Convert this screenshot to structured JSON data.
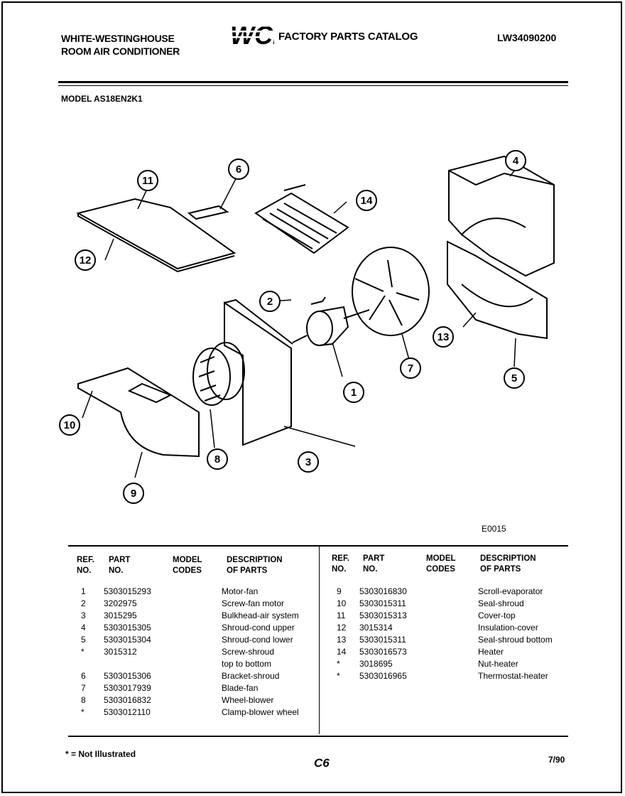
{
  "header": {
    "brand_line1": "WHITE-WESTINGHOUSE",
    "brand_line2": "ROOM AIR CONDITIONER",
    "logo_text": "WCI",
    "catalog_title": "FACTORY PARTS CATALOG",
    "doc_number": "LW34090200"
  },
  "model": "MODEL AS18EN2K1",
  "diagram": {
    "callouts": [
      "1",
      "2",
      "3",
      "4",
      "5",
      "6",
      "7",
      "8",
      "9",
      "10",
      "11",
      "12",
      "13",
      "14"
    ],
    "code": "E0015"
  },
  "table": {
    "headers": {
      "ref": [
        "REF.",
        "NO."
      ],
      "part": [
        "PART",
        "NO."
      ],
      "model": [
        "MODEL",
        "CODES"
      ],
      "desc": [
        "DESCRIPTION",
        "OF PARTS"
      ]
    },
    "left_rows": [
      {
        "ref": "1",
        "part": "5303015293",
        "desc": "Motor-fan"
      },
      {
        "ref": "2",
        "part": "3202975",
        "desc": "Screw-fan motor"
      },
      {
        "ref": "3",
        "part": "3015295",
        "desc": "Bulkhead-air system"
      },
      {
        "ref": "4",
        "part": "5303015305",
        "desc": "Shroud-cond upper"
      },
      {
        "ref": "5",
        "part": "5303015304",
        "desc": "Shroud-cond lower"
      },
      {
        "ref": "*",
        "part": "3015312",
        "desc": "Screw-shroud"
      },
      {
        "ref": "",
        "part": "",
        "desc": "top to bottom"
      },
      {
        "ref": "6",
        "part": "5303015306",
        "desc": "Bracket-shroud"
      },
      {
        "ref": "7",
        "part": "5303017939",
        "desc": "Blade-fan"
      },
      {
        "ref": "8",
        "part": "5303016832",
        "desc": "Wheel-blower"
      },
      {
        "ref": "*",
        "part": "5303012110",
        "desc": "Clamp-blower wheel"
      }
    ],
    "right_rows": [
      {
        "ref": "9",
        "part": "5303016830",
        "desc": "Scroll-evaporator"
      },
      {
        "ref": "10",
        "part": "5303015311",
        "desc": "Seal-shroud"
      },
      {
        "ref": "11",
        "part": "5303015313",
        "desc": "Cover-top"
      },
      {
        "ref": "12",
        "part": "3015314",
        "desc": "Insulation-cover"
      },
      {
        "ref": "13",
        "part": "5303015311",
        "desc": "Seal-shroud bottom"
      },
      {
        "ref": "14",
        "part": "5303016573",
        "desc": "Heater"
      },
      {
        "ref": "*",
        "part": "3018695",
        "desc": "Nut-heater"
      },
      {
        "ref": "*",
        "part": "5303016965",
        "desc": "Thermostat-heater"
      }
    ]
  },
  "footer": {
    "note": "* = Not Illustrated",
    "page": "C6",
    "date": "7/90"
  }
}
